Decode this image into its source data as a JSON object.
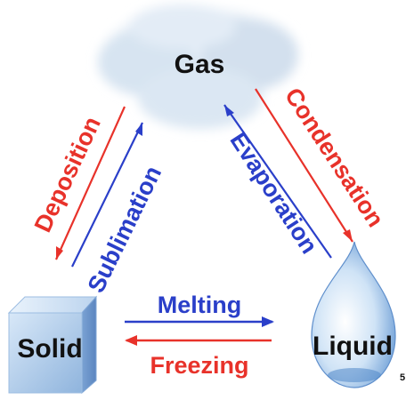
{
  "diagram": {
    "states": {
      "gas": "Gas",
      "solid": "Solid",
      "liquid": "Liquid"
    },
    "transitions": {
      "deposition": "Deposition",
      "sublimation": "Sublimation",
      "evaporation": "Evaporation",
      "condensation": "Condensation",
      "melting": "Melting",
      "freezing": "Freezing"
    },
    "corner_mark": "5",
    "colors": {
      "red": "#e8322a",
      "blue": "#2a3fc9",
      "black": "#111111"
    }
  }
}
